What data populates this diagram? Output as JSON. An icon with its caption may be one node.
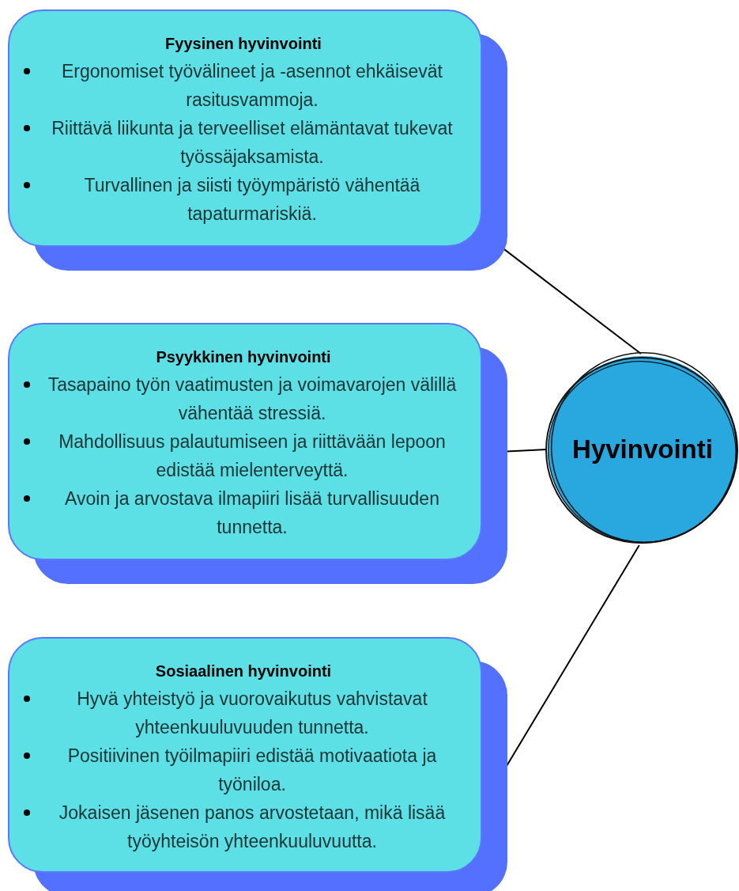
{
  "diagram": {
    "nodes": [
      {
        "text": [
          "Fyysinen hyvinvointi",
          "Ergonomiset työvälineet ja -asennot ehkäisevät rasitusvammoja.",
          "Riittävä liikunta ja terveelliset elämäntavat tukevat työssäjaksamista.",
          "Turvallinen ja siisti työympäristö vähentää tapaturmariskiä."
        ]
      },
      {
        "text": [
          "Psyykkinen hyvinvointi",
          "Tasapaino työn vaatimusten ja voimavarojen välillä vähentää stressiä.",
          "Mahdollisuus palautumiseen ja riittävään lepoon edistää mielenterveyttä.",
          "Avoin ja arvostava ilmapiiri lisää turvallisuuden tunnetta."
        ]
      },
      {
        "text": [
          "Sosiaalinen hyvinvointi",
          "Hyvä yhteistyö ja vuorovaikutus vahvistavat yhteenkuuluvuuden tunnetta.",
          "Positiivinen työilmapiiri edistää motivaatiota ja työniloa.",
          "Jokaisen jäsenen panos arvostetaan, mikä lisää työyhteisön yhteenkuuluvuutta."
        ]
      },
      {
        "text": [
          "Hyvinvointi"
        ]
      }
    ],
    "edges": [
      {
        "from": 0,
        "to": 3,
        "arrow": "none"
      },
      {
        "from": 1,
        "to": 3,
        "arrow": "none"
      },
      {
        "from": 2,
        "to": 3,
        "arrow": "none"
      }
    ]
  }
}
